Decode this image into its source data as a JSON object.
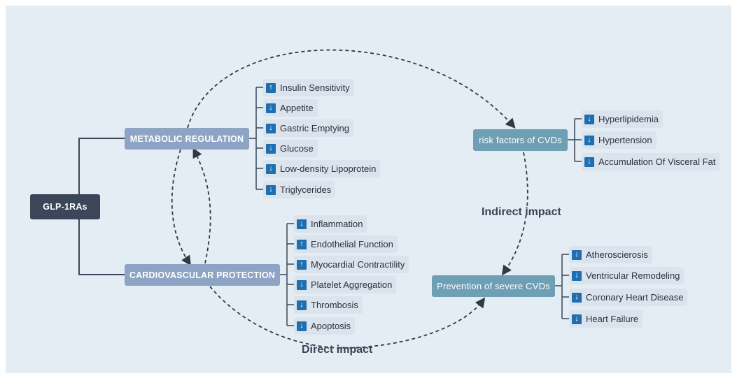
{
  "root": "GLP-1RAs",
  "categories": {
    "metabolic": "METABOLIC REGULATION",
    "cardio": "CARDIOVASCULAR PROTECTION"
  },
  "metabolic_items": [
    {
      "arrow": "↑",
      "label": "Insulin Sensitivity"
    },
    {
      "arrow": "↓",
      "label": "Appetite"
    },
    {
      "arrow": "↓",
      "label": "Gastric Emptying"
    },
    {
      "arrow": "↓",
      "label": "Glucose"
    },
    {
      "arrow": "↓",
      "label": "Low-density Lipoprotein"
    },
    {
      "arrow": "↓",
      "label": "Triglycerides"
    }
  ],
  "cardio_items": [
    {
      "arrow": "↓",
      "label": "Inflammation"
    },
    {
      "arrow": "↑",
      "label": "Endothelial Function"
    },
    {
      "arrow": "↑",
      "label": "Myocardial Contractility"
    },
    {
      "arrow": "↓",
      "label": "Platelet Aggregation"
    },
    {
      "arrow": "↓",
      "label": "Thrombosis"
    },
    {
      "arrow": "↓",
      "label": "Apoptosis"
    }
  ],
  "risk": {
    "title": "risk factors of CVDs",
    "items": [
      {
        "arrow": "↓",
        "label": "Hyperlipidemia"
      },
      {
        "arrow": "↓",
        "label": "Hypertension"
      },
      {
        "arrow": "↓",
        "label": "Accumulation Of Visceral Fat"
      }
    ]
  },
  "prevention": {
    "title": "Prevention of severe CVDs",
    "items": [
      {
        "arrow": "↓",
        "label": "Atheroscierosis"
      },
      {
        "arrow": "↓",
        "label": "Ventricular Remodeling"
      },
      {
        "arrow": "↓",
        "label": "Coronary Heart Disease"
      },
      {
        "arrow": "↓",
        "label": "Heart Failure"
      }
    ]
  },
  "labels": {
    "indirect": "Indirect impact",
    "direct": "Direct impact"
  },
  "colors": {
    "root": "#3b4658",
    "category": "#8ea4c5",
    "outcome": "#6e9fb4",
    "arrow_icon": "#1f6fb0",
    "background": "#e4edf4"
  }
}
